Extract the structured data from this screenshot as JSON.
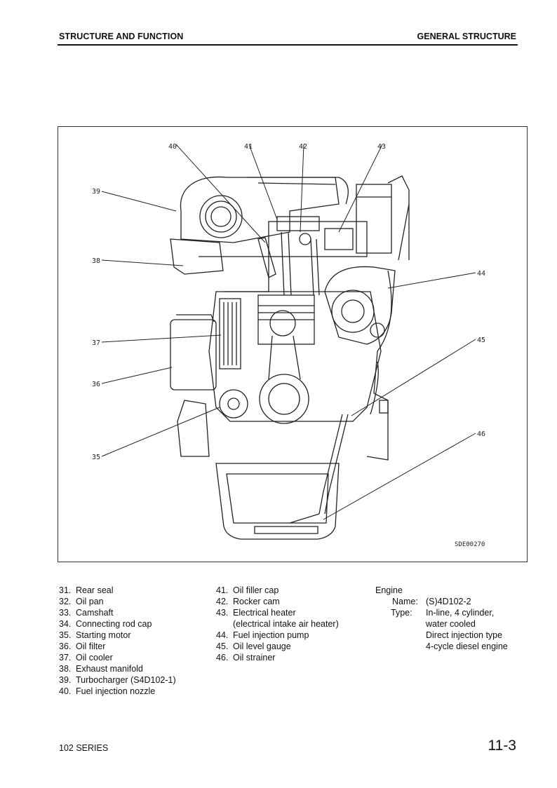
{
  "header": {
    "section": "STRUCTURE AND FUNCTION",
    "topic": "GENERAL STRUCTURE"
  },
  "figure": {
    "code": "SDE00270",
    "callouts": [
      "39",
      "40",
      "41",
      "42",
      "43",
      "38",
      "44",
      "37",
      "45",
      "36",
      "35",
      "46"
    ]
  },
  "legend_left": [
    {
      "num": "31.",
      "label": "Rear seal"
    },
    {
      "num": "32.",
      "label": "Oil pan"
    },
    {
      "num": "33.",
      "label": "Camshaft"
    },
    {
      "num": "34.",
      "label": "Connecting rod cap"
    },
    {
      "num": "35.",
      "label": "Starting motor"
    },
    {
      "num": "36.",
      "label": "Oil filter"
    },
    {
      "num": "37.",
      "label": "Oil cooler"
    },
    {
      "num": "38.",
      "label": "Exhaust manifold"
    },
    {
      "num": "39.",
      "label": "Turbocharger (S4D102-1)"
    },
    {
      "num": "40.",
      "label": "Fuel injection nozzle"
    }
  ],
  "legend_mid": [
    {
      "num": "41.",
      "label": "Oil filler cap"
    },
    {
      "num": "42.",
      "label": "Rocker cam"
    },
    {
      "num": "43.",
      "label": "Electrical heater"
    },
    {
      "num": "",
      "label": "(electrical intake air heater)"
    },
    {
      "num": "44.",
      "label": "Fuel injection pump"
    },
    {
      "num": "45.",
      "label": "Oil level gauge"
    },
    {
      "num": "46.",
      "label": "Oil strainer"
    }
  ],
  "engine": {
    "title": "Engine",
    "name_key": "Name:",
    "name_val": "(S)4D102-2",
    "type_key": "Type:",
    "type_lines": [
      "In-line, 4 cylinder,",
      "water cooled",
      "Direct injection type",
      "4-cycle diesel engine"
    ]
  },
  "footer": {
    "series": "102 SERIES",
    "page": "11-3"
  }
}
